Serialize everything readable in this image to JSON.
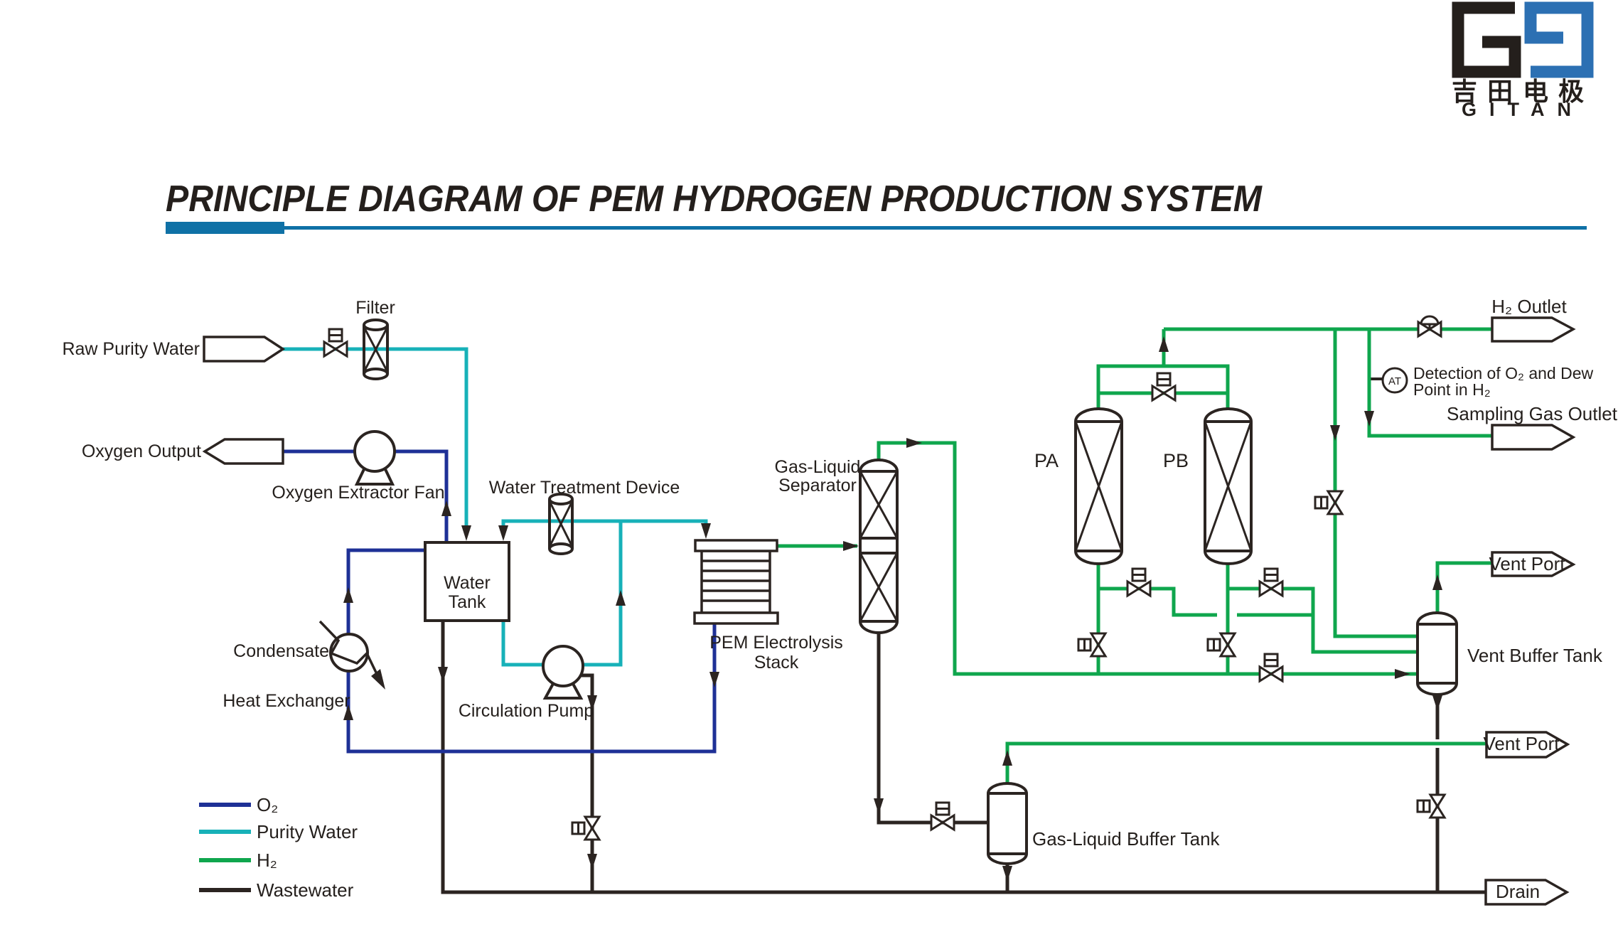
{
  "title": "PRINCIPLE DIAGRAM OF PEM HYDROGEN PRODUCTION SYSTEM",
  "logo": {
    "brand_cn": "吉田电极",
    "brand_en": "GITAN"
  },
  "colors": {
    "o2": "#1e3096",
    "purity_water": "#17b1b8",
    "h2": "#0fa64d",
    "wastewater": "#2b2421",
    "ink": "#2b2421",
    "accent_bar": "#0f71a6",
    "logo_blue": "#2c70b3"
  },
  "labels": {
    "raw_purity_water": "Raw Purity Water",
    "filter": "Filter",
    "oxygen_output": "Oxygen Output",
    "oxygen_extractor_fan": "Oxygen Extractor Fan",
    "water_treatment_device": "Water Treatment Device",
    "water_tank_1": "Water",
    "water_tank_2": "Tank",
    "condensate": "Condensate",
    "heat_exchanger": "Heat Exchanger",
    "circulation_pump": "Circulation Pump",
    "pem_stack_1": "PEM Electrolysis",
    "pem_stack_2": "Stack",
    "separator_1": "Gas-Liquid",
    "separator_2": "Separator",
    "pa": "PA",
    "pb": "PB",
    "h2_outlet": "H₂ Outlet",
    "detection_1": "Detection of O₂ and Dew",
    "detection_2": "Point in H₂",
    "at": "AT",
    "sampling_gas_outlet": "Sampling Gas Outlet",
    "vent_port_top": "Vent Port",
    "vent_port_mid": "Vent Port",
    "vent_buffer_tank": "Vent Buffer Tank",
    "gas_liquid_buffer_tank": "Gas-Liquid Buffer Tank",
    "drain": "Drain"
  },
  "legend": {
    "items": [
      {
        "label": "O₂",
        "color": "#1e3096"
      },
      {
        "label": "Purity Water",
        "color": "#17b1b8"
      },
      {
        "label": "H₂",
        "color": "#0fa64d"
      },
      {
        "label": "Wastewater",
        "color": "#2b2421"
      }
    ]
  }
}
